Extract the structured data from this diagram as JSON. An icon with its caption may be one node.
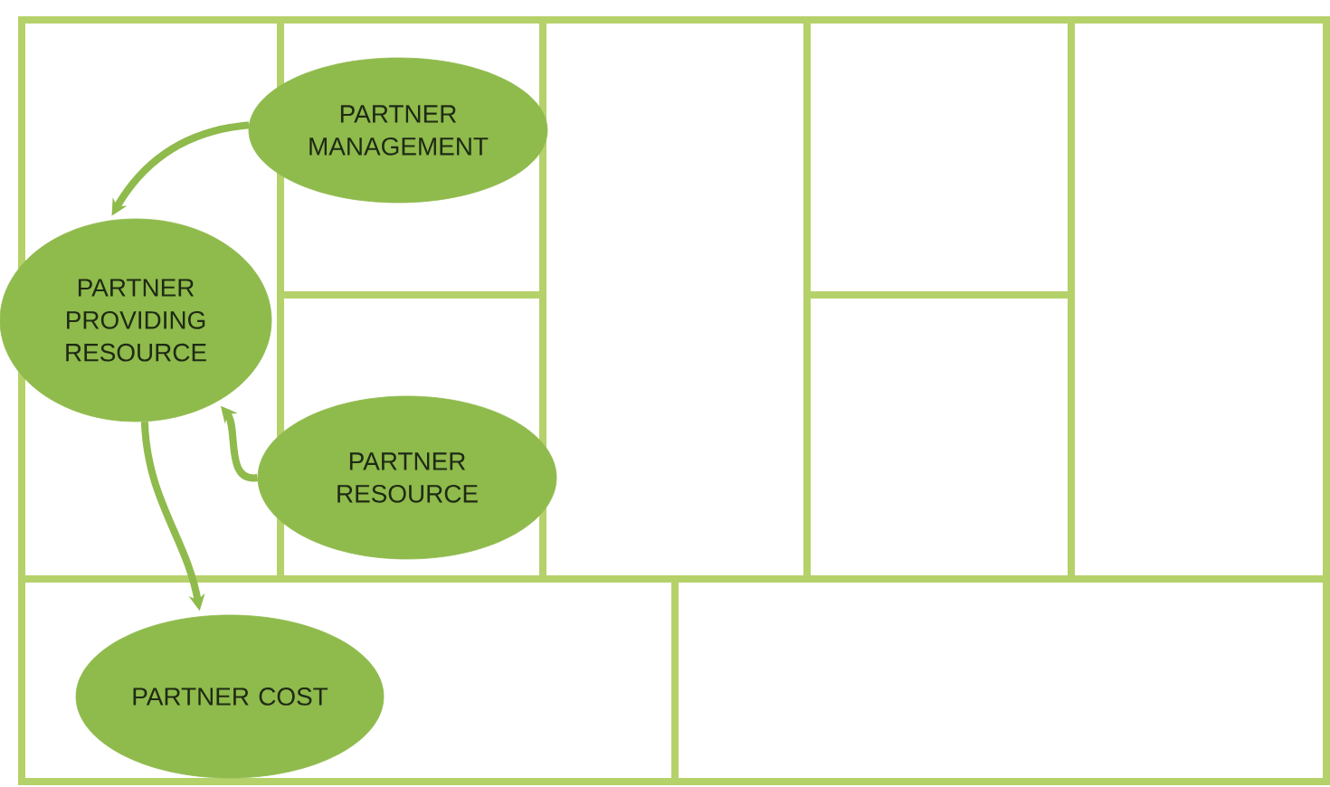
{
  "diagram": {
    "nodes": [
      {
        "text": [
          "PARTNER MANAGEMENT"
        ]
      },
      {
        "text": [
          "PARTNER PROVIDING RESOURCE"
        ]
      },
      {
        "text": [
          "PARTNER RESOURCE"
        ]
      },
      {
        "text": [
          "PARTNER COST"
        ]
      }
    ],
    "edges": [
      {
        "from": 0,
        "to": 1,
        "arrow": "to"
      },
      {
        "from": 2,
        "to": 1,
        "arrow": "to"
      },
      {
        "from": 1,
        "to": 3,
        "arrow": "to"
      }
    ]
  }
}
